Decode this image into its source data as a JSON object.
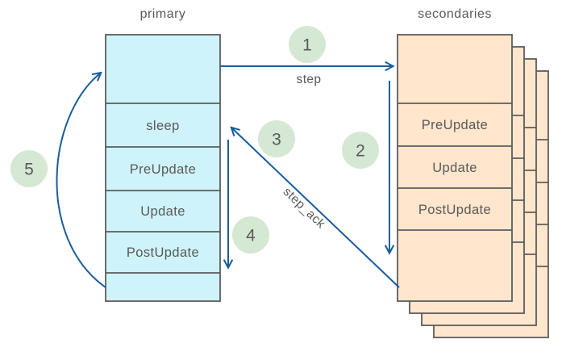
{
  "colors": {
    "primary-fill": "#cff3fa",
    "secondary-fill": "#ffe6cc",
    "box-stroke": "#5c5c5c",
    "step-badge-fill": "#d5e8d4",
    "arrow-stroke": "#1a5c9e",
    "text": "#595959"
  },
  "primary": {
    "title": "primary",
    "rows": [
      {
        "label": "sleep"
      },
      {
        "label": "PreUpdate"
      },
      {
        "label": "Update"
      },
      {
        "label": "PostUpdate"
      }
    ]
  },
  "secondaries": {
    "title": "secondaries",
    "stack_count": 4,
    "rows": [
      {
        "label": "PreUpdate"
      },
      {
        "label": "Update"
      },
      {
        "label": "PostUpdate"
      }
    ]
  },
  "steps": [
    {
      "number": "1",
      "label": "step"
    },
    {
      "number": "2",
      "label": ""
    },
    {
      "number": "3",
      "label": "step_ack"
    },
    {
      "number": "4",
      "label": ""
    },
    {
      "number": "5",
      "label": ""
    }
  ]
}
